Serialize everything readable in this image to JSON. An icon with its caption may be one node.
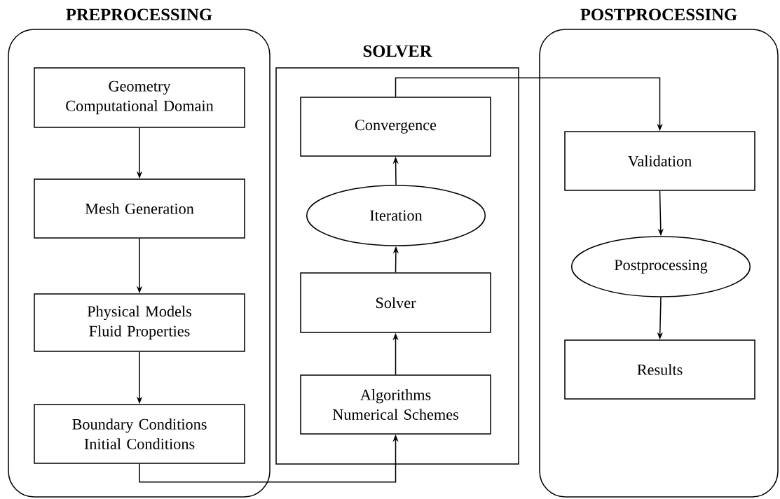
{
  "diagram": {
    "nodes": [
      {
        "text": [
          "PREPROCESSING"
        ]
      },
      {
        "text": [
          "Geometry Computational Domain"
        ],
        "in": 0
      },
      {
        "text": [
          "Mesh Generation"
        ],
        "in": 0
      },
      {
        "text": [
          "Physical Models Fluid Properties"
        ],
        "in": 0
      },
      {
        "text": [
          "Boundary Conditions Initial Conditions"
        ],
        "in": 0
      },
      {
        "text": [
          "SOLVER"
        ]
      },
      {
        "text": [
          "Convergence"
        ],
        "in": 5
      },
      {
        "text": [
          "Iteration"
        ],
        "in": 5
      },
      {
        "text": [
          "Solver"
        ],
        "in": 5
      },
      {
        "text": [
          "Algorithms Numerical Schemes"
        ],
        "in": 5
      },
      {
        "text": [
          "POSTPROCESSING"
        ]
      },
      {
        "text": [
          "Validation"
        ],
        "in": 10
      },
      {
        "text": [
          "Postprocessing"
        ],
        "in": 10
      },
      {
        "text": [
          "Results"
        ],
        "in": 10
      }
    ],
    "edges": [
      {
        "from": 1,
        "to": 2,
        "arrow": "to"
      },
      {
        "from": 2,
        "to": 3,
        "arrow": "to"
      },
      {
        "from": 3,
        "to": 4,
        "arrow": "to"
      },
      {
        "from": 4,
        "to": 9,
        "arrow": "to"
      },
      {
        "from": 9,
        "to": 8,
        "arrow": "to"
      },
      {
        "from": 8,
        "to": 7,
        "arrow": "to"
      },
      {
        "from": 7,
        "to": 6,
        "arrow": "to"
      },
      {
        "from": 6,
        "to": 11,
        "arrow": "to"
      },
      {
        "from": 11,
        "to": 12,
        "arrow": "to"
      },
      {
        "from": 12,
        "to": 13,
        "arrow": "to"
      }
    ]
  }
}
